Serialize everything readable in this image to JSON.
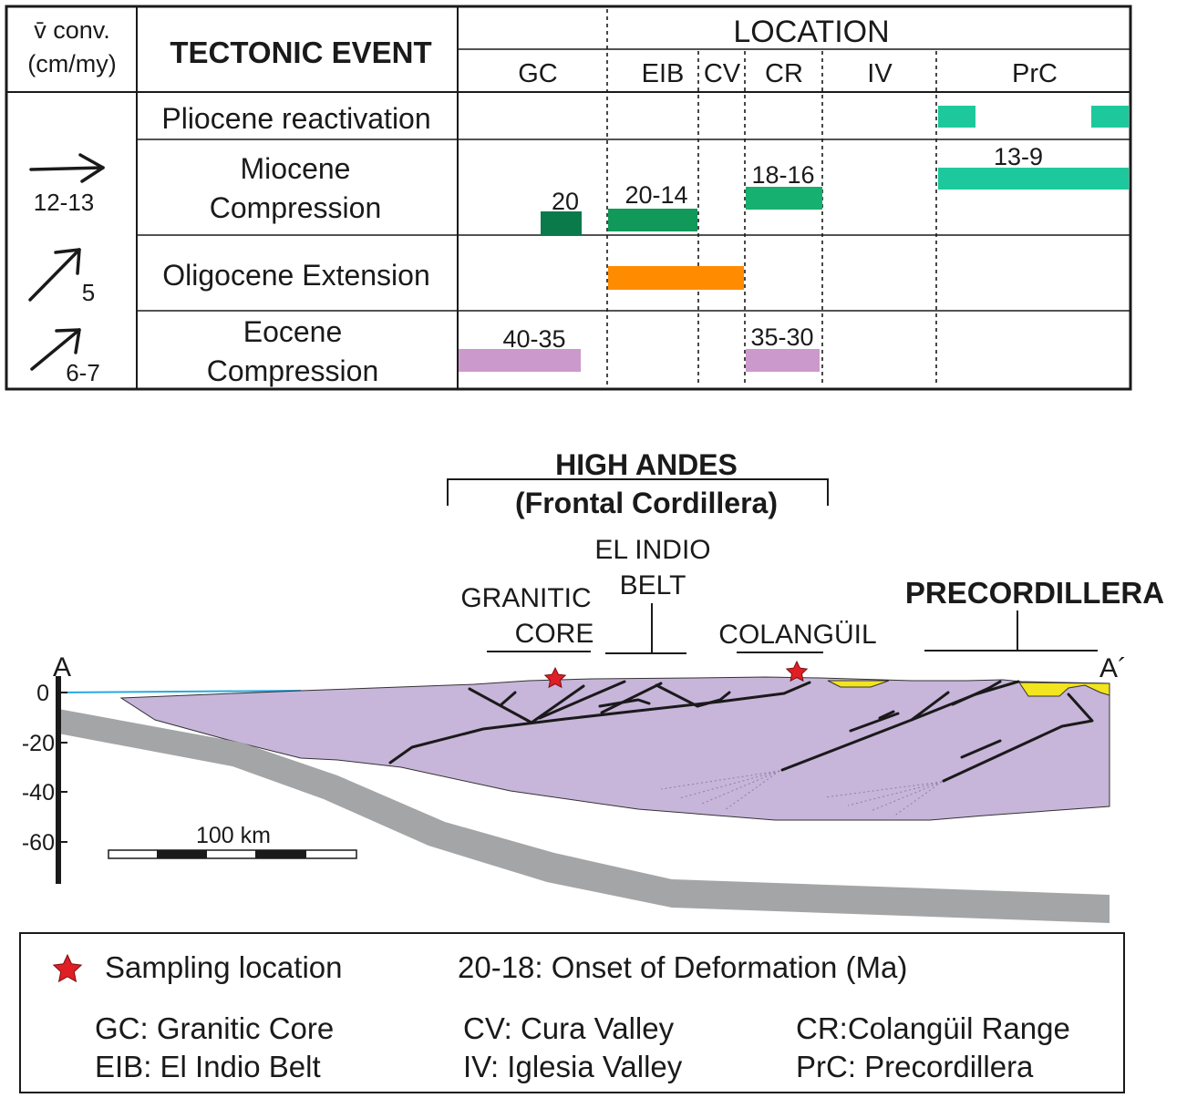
{
  "table": {
    "velocity_header_line1": "v̄ conv.",
    "velocity_header_line2": "(cm/my)",
    "event_header": "TECTONIC EVENT",
    "location_header": "LOCATION",
    "columns": [
      "GC",
      "EIB",
      "CV",
      "CR",
      "IV",
      "PrC"
    ],
    "rows": [
      {
        "event_lines": [
          "Pliocene reactivation"
        ],
        "velocity": ""
      },
      {
        "event_lines": [
          "Miocene",
          "Compression"
        ],
        "velocity": "12-13"
      },
      {
        "event_lines": [
          "Oligocene Extension"
        ],
        "velocity": "5"
      },
      {
        "event_lines": [
          "Eocene",
          "Compression"
        ],
        "velocity": "6-7"
      }
    ],
    "bar_labels": {
      "gc_miocene": "20",
      "eib_miocene": "20-14",
      "cr_miocene": "18-16",
      "prc_miocene": "13-9",
      "gc_eocene": "40-35",
      "cr_eocene": "35-30"
    },
    "colors": {
      "pliocene": "#1dc99c",
      "miocene_dark": "#0b7a4a",
      "miocene_mid": "#11995a",
      "miocene_light": "#16b070",
      "oligocene": "#ff8c00",
      "eocene": "#cc99cc"
    }
  },
  "section": {
    "high_andes_line1": "HIGH ANDES",
    "high_andes_line2": "(Frontal Cordillera)",
    "el_indio_line1": "EL INDIO",
    "el_indio_line2": "BELT",
    "granitic_line1": "GRANITIC",
    "granitic_line2": "CORE",
    "colanguil": "COLANGÜIL",
    "precordillera": "PRECORDILLERA",
    "point_a": "A",
    "point_a_prime": "A´",
    "depth_ticks": [
      "0",
      "-20",
      "-40",
      "-60"
    ],
    "scale_label": "100 km",
    "colors": {
      "crust": "#c7b5da",
      "slab": "#a3a5a7",
      "sediment": "#f2e41e",
      "water_line": "#29a8e0",
      "star": "#e01e26"
    }
  },
  "legend": {
    "sampling": "Sampling location",
    "onset": "20-18: Onset of Deformation (Ma)",
    "gc": "GC: Granitic Core",
    "eib": "EIB: El Indio Belt",
    "cv": "CV: Cura Valley",
    "iv": "IV: Iglesia Valley",
    "cr": "CR:Colangüil Range",
    "prc": "PrC: Precordillera"
  }
}
